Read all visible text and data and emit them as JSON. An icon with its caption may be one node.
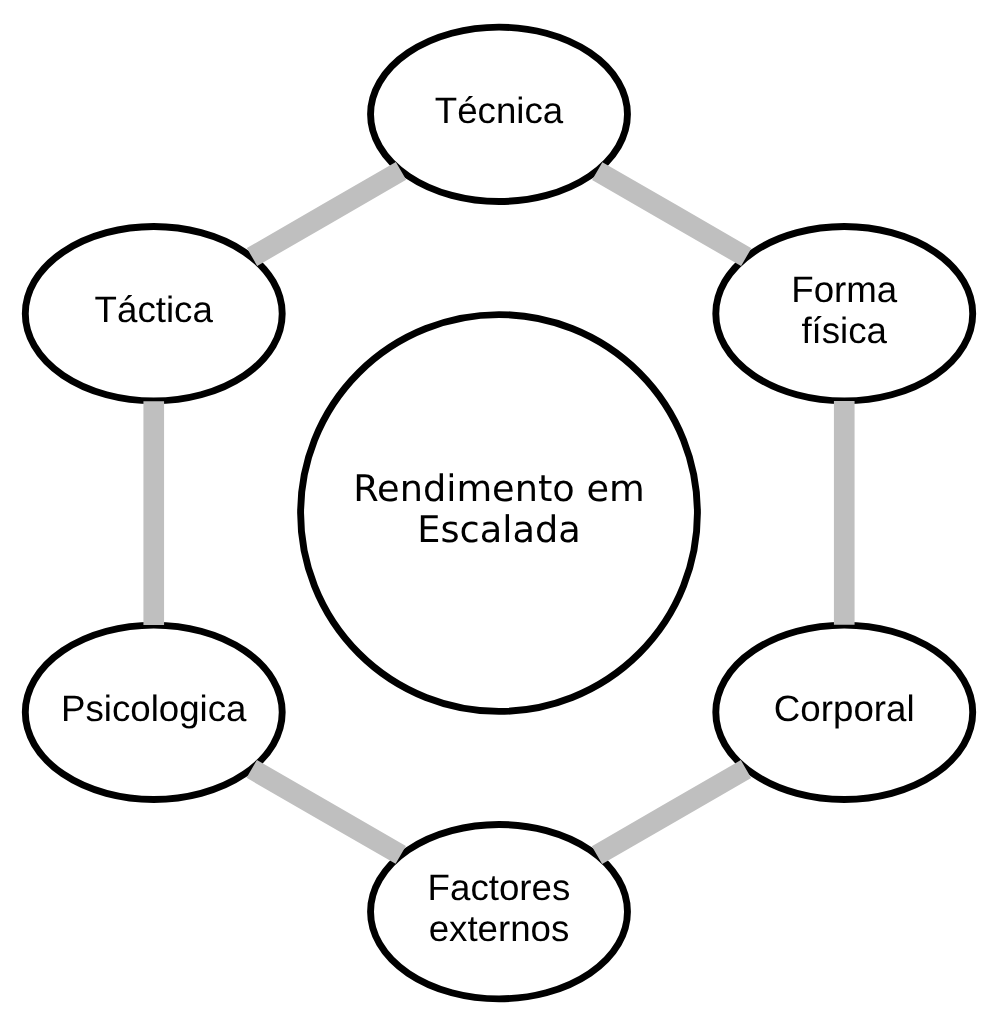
{
  "diagram": {
    "nodes": [
      {
        "text": [
          "Rendimento em Escalada"
        ]
      },
      {
        "text": [
          "Forma física"
        ]
      },
      {
        "text": [
          "Técnica"
        ]
      },
      {
        "text": [
          "Táctica"
        ]
      },
      {
        "text": [
          "Psicologica"
        ]
      },
      {
        "text": [
          "Factores externos"
        ]
      },
      {
        "text": [
          "Corporal"
        ]
      }
    ],
    "edges": [
      {
        "from": 1,
        "to": 2,
        "arrow": "none"
      },
      {
        "from": 2,
        "to": 3,
        "arrow": "none"
      },
      {
        "from": 3,
        "to": 4,
        "arrow": "none"
      },
      {
        "from": 4,
        "to": 5,
        "arrow": "none"
      },
      {
        "from": 5,
        "to": 6,
        "arrow": "none"
      },
      {
        "from": 6,
        "to": 1,
        "arrow": "none"
      }
    ]
  }
}
